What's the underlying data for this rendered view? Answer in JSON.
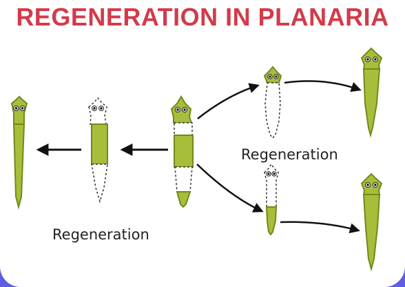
{
  "title": "REGENERATION IN PLANARIA",
  "labels": {
    "regeneration_upper": "Regeneration",
    "regeneration_lower": "Regeneration"
  },
  "colors": {
    "title": "#d23b4b",
    "body_fill": "#a7be3a",
    "body_stroke": "#6f8a1c",
    "arrow": "#111111",
    "frame": "#5e5fe0"
  }
}
